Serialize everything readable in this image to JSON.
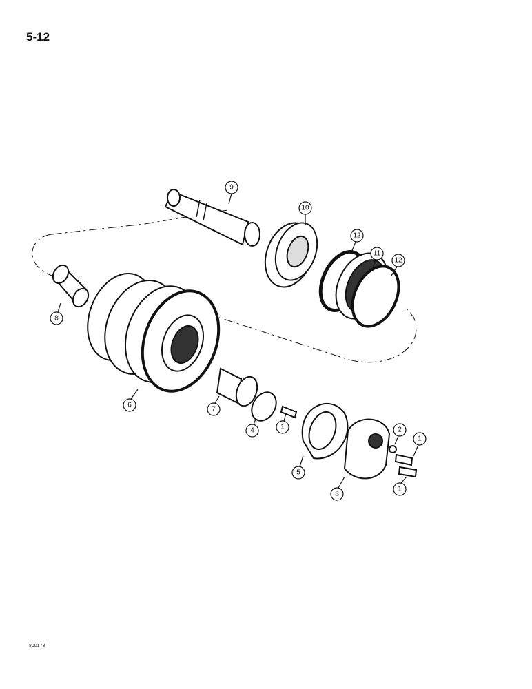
{
  "page_number": "5-12",
  "figure_code": "800173",
  "callouts": [
    {
      "label": "9"
    },
    {
      "label": "10"
    },
    {
      "label": "12"
    },
    {
      "label": "11"
    },
    {
      "label": "12"
    },
    {
      "label": "8"
    },
    {
      "label": "6"
    },
    {
      "label": "7"
    },
    {
      "label": "4"
    },
    {
      "label": "1"
    },
    {
      "label": "5"
    },
    {
      "label": "3"
    },
    {
      "label": "2"
    },
    {
      "label": "1"
    },
    {
      "label": "1"
    }
  ],
  "parts": [
    "shaft",
    "bearing",
    "seal-ring",
    "seal",
    "seal-ring",
    "bushing",
    "roller",
    "bushing",
    "washer",
    "bolt",
    "gasket",
    "end-cap",
    "lock-washer",
    "bolt",
    "bolt"
  ]
}
